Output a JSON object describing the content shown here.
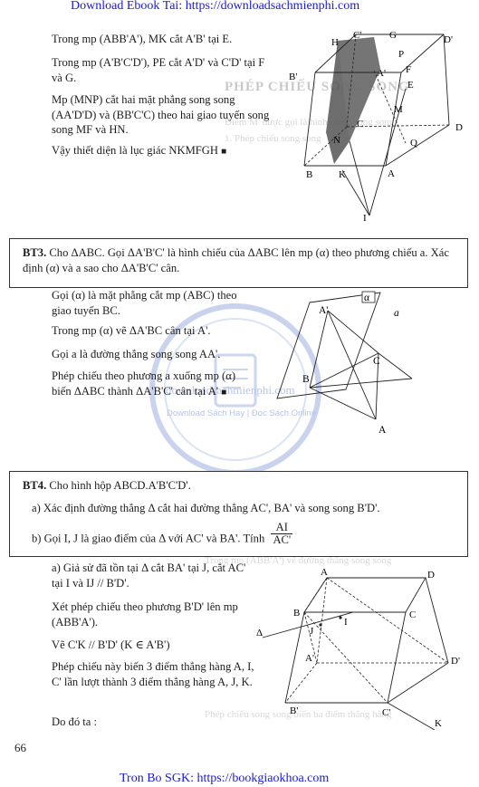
{
  "header_link": "Download Ebook Tai: https://downloadsachmienphi.com",
  "footer_link": "Tron Bo SGK: https://bookgiaokhoa.com",
  "page_number": "66",
  "watermark": {
    "line1": "downloadsachmienphi.com",
    "line2": "Download Sách Hay | Đọc Sách Online"
  },
  "prev_solution": {
    "p1": "Trong mp (ABB'A'), MK cắt A'B' tại E.",
    "p2": "Trong mp (A'B'C'D'), PE cắt A'D' và C'D' tại F và G.",
    "p3": "Mp (MNP) cắt hai mặt phẳng song song (AA'D'D) và (BB'C'C) theo hai giao tuyến song song MF và HN.",
    "p4": "Vậy thiết diện là lục giác NKMFGH"
  },
  "bt3": {
    "label": "BT3.",
    "problem": "Cho ΔABC. Gọi ΔA'B'C' là hình chiếu của ΔABC lên mp (α) theo phương chiếu a. Xác định (α) và a sao cho ΔA'B'C' cân.",
    "s1": "Gọi (α) là mặt phẳng cắt mp (ABC) theo giao tuyến BC.",
    "s2": "Trong mp (α) vẽ ΔA'BC cân tại A'.",
    "s3": "Gọi a là đường thẳng song song AA'.",
    "s4": "Phép chiếu theo phương a xuống mp (α) biến ΔABC thành ΔA'B'C' cân tại A'"
  },
  "bt4": {
    "label": "BT4.",
    "problem": "Cho hình hộp ABCD.A'B'C'D'.",
    "qa": "a)  Xác định đường thẳng Δ cắt hai đường thẳng AC', BA' và song song B'D'.",
    "qb_prefix": "b)  Gọi I, J là giao điểm của Δ với AC' và BA'. Tính",
    "qb_num": "AI",
    "qb_den": "AC'",
    "s1": "a)  Giả sử đã tồn tại Δ cắt BA' tại J, cắt AC' tại I và IJ // B'D'.",
    "s2": "Xét phép chiếu theo phương B'D' lên mp (ABB'A').",
    "s3": "Vẽ C'K // B'D' (K ∈ A'B')",
    "s4": "Phép chiếu này biến 3 điểm thẳng hàng A, I, C' lần lượt thành 3 điểm thẳng hàng A, J, K.",
    "s5": "Do đó ta :"
  },
  "fig1_labels": [
    "H",
    "C'",
    "G",
    "D'",
    "P",
    "B'",
    "A'",
    "F",
    "E",
    "M",
    "C",
    "N",
    "D",
    "Q",
    "B",
    "K",
    "A",
    "I"
  ],
  "fig2_labels": [
    "α",
    "a",
    "A'",
    "A",
    "B",
    "C"
  ],
  "fig3_labels": [
    "A",
    "D",
    "B",
    "C",
    "I",
    "J",
    "Δ",
    "A'",
    "D'",
    "B'",
    "C'",
    "K"
  ],
  "bg_faded": {
    "l1": "PHÉP CHIẾU SONG SONG",
    "l2": "Điểm M' được gọi là hình chiếu song song",
    "l3": "1. Phép chiếu song song",
    "l4": "Trong mp (ABB'A') vẽ đường thẳng song song",
    "l5": "Phép chiếu song song biến ba điểm thẳng hàng"
  }
}
